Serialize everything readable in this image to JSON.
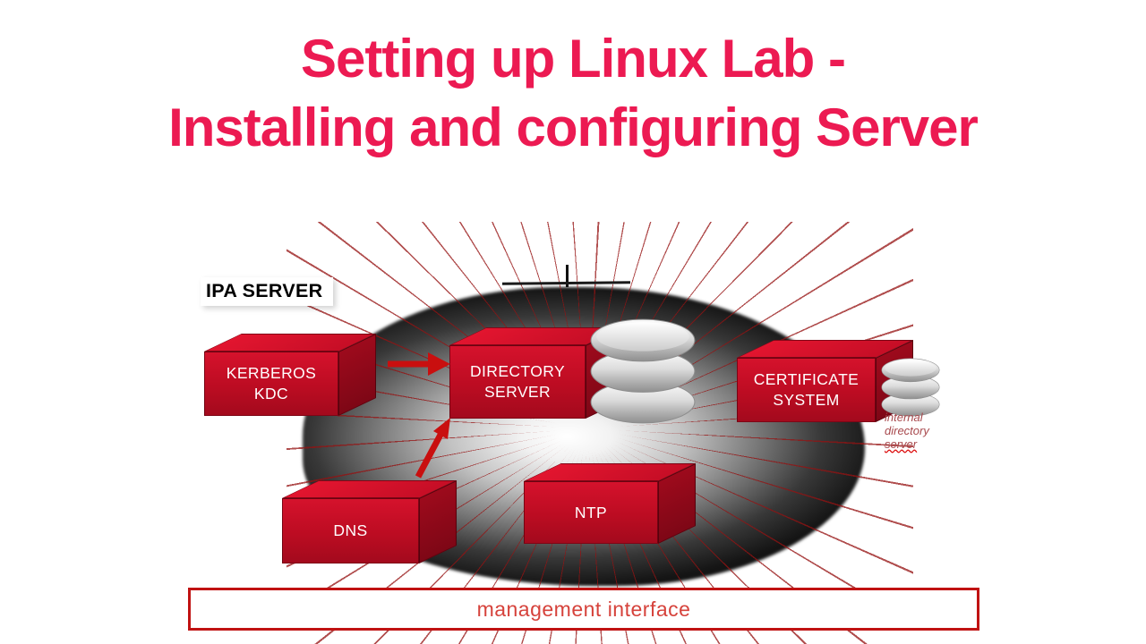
{
  "title": {
    "line1": "Setting up Linux Lab -",
    "line2": "Installing and configuring Server",
    "color": "#ec1a52"
  },
  "diagram": {
    "ipa_label": "IPA SERVER",
    "nodes": {
      "kerberos": {
        "line1": "KERBEROS",
        "line2": "KDC"
      },
      "directory": {
        "line1": "DIRECTORY",
        "line2": "SERVER"
      },
      "certificate": {
        "line1": "CERTIFICATE",
        "line2": "SYSTEM"
      },
      "dns": {
        "line1": "DNS"
      },
      "ntp": {
        "line1": "NTP"
      }
    },
    "annotation": {
      "line1": "internal",
      "line2": "directory",
      "line3": "server"
    },
    "management_label": "management interface",
    "icons": {
      "directory_storage": "database-icon",
      "certificate_storage": "database-icon"
    },
    "colors": {
      "node_red": "#c60d24",
      "arrow_red": "#c90f0f",
      "ray_red": "#961212",
      "management_border_red": "#c01212",
      "title_pink": "#ec1a52"
    }
  }
}
